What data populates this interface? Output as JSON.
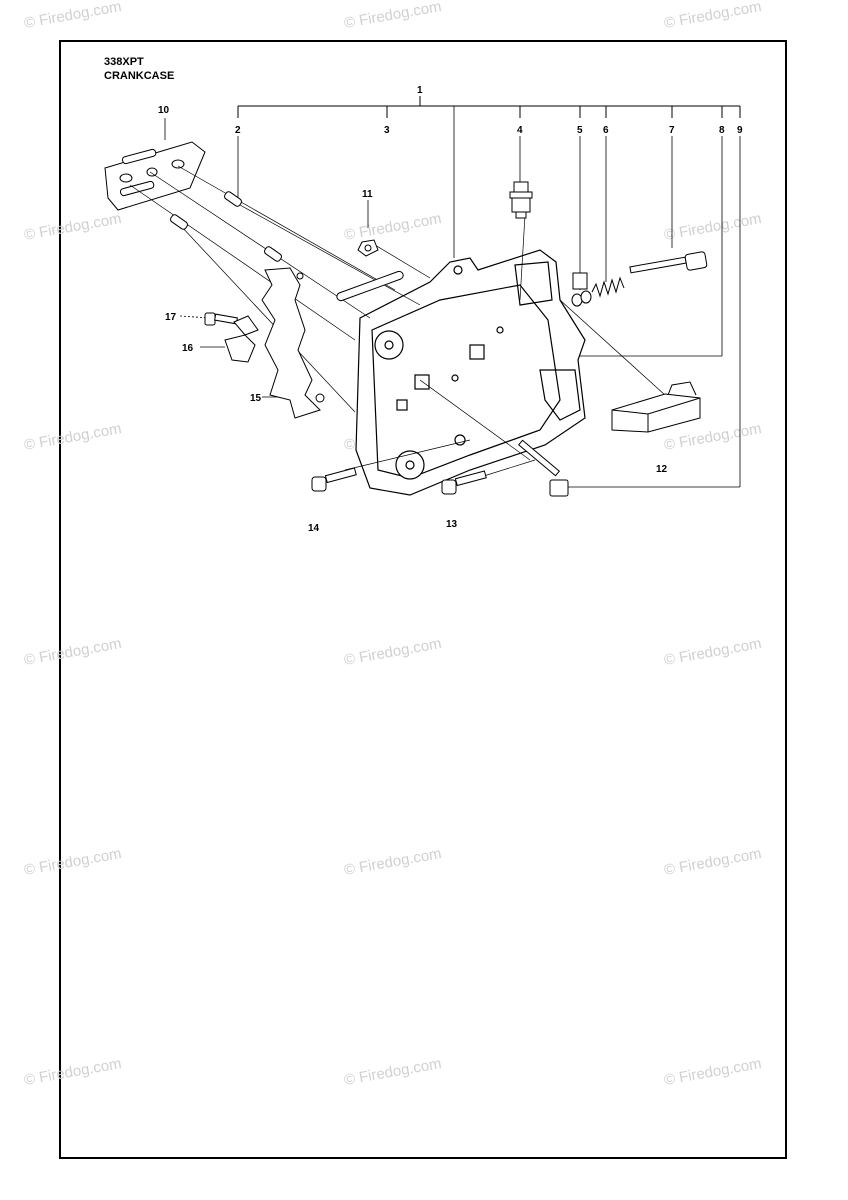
{
  "header": {
    "model": "338XPT",
    "section": "CRANKCASE"
  },
  "watermark": {
    "text": "© Firedog.com",
    "color": "#cfcfcf"
  },
  "callouts": {
    "c1": "1",
    "c2": "2",
    "c3": "3",
    "c4": "4",
    "c5": "5",
    "c6": "6",
    "c7": "7",
    "c8": "8",
    "c9": "9",
    "c10": "10",
    "c11": "11",
    "c12": "12",
    "c13": "13",
    "c14": "14",
    "c15": "15",
    "c16": "16",
    "c17": "17"
  },
  "icons": {
    "parts": "exploded-parts-drawing"
  }
}
